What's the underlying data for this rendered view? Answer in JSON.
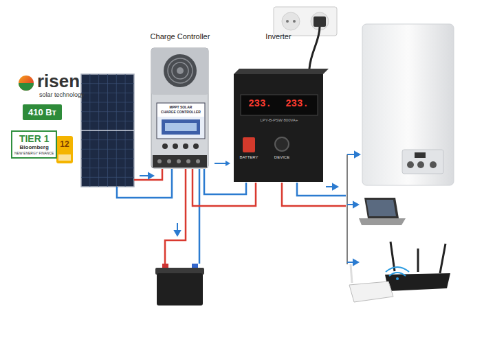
{
  "diagram": {
    "nodes": [
      {
        "text": [
          "410 Вт"
        ]
      },
      {
        "text": [
          "TIER 1",
          "Bloomberg",
          "NEW ENERGY FINANCE"
        ]
      },
      {
        "text": [
          "Charge Controller"
        ]
      },
      {
        "text": [
          "Inverter"
        ]
      }
    ],
    "edges": [
      {
        "from": 2,
        "to": 3,
        "arrow": "to"
      }
    ],
    "labels": [
      "risen",
      "solar technology",
      "12",
      "MPPT SOLAR",
      "CHARGE CONTROLLER",
      "233.",
      "233.",
      "LPY-B-PSW 800VA+",
      "BATTERY",
      "DEVICE"
    ]
  }
}
